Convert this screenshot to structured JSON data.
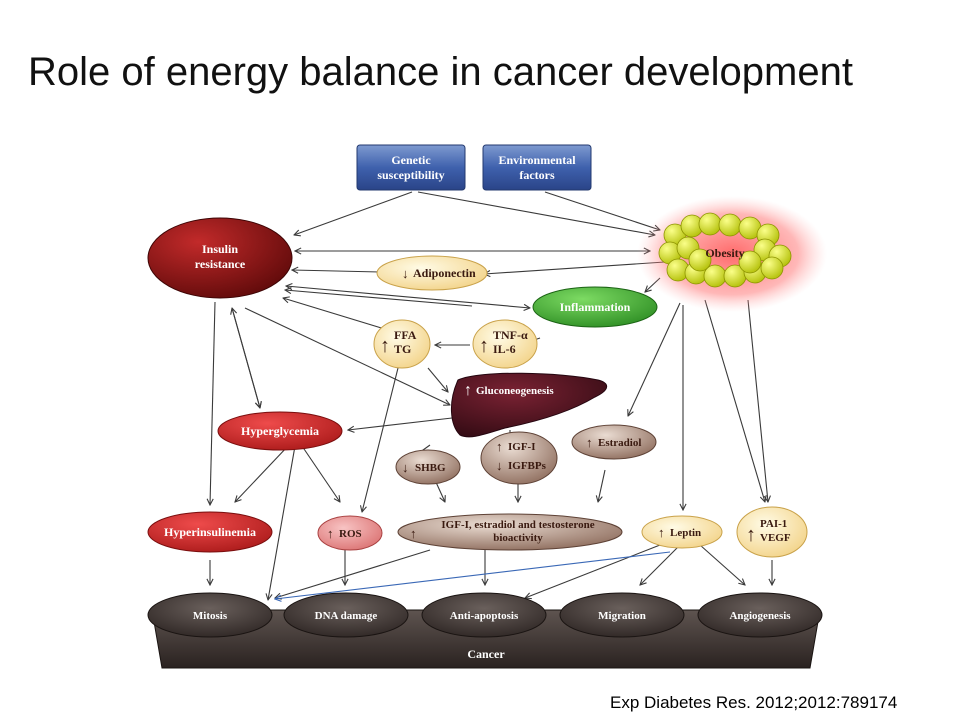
{
  "title": "Role of energy balance in cancer development",
  "citation": "Exp Diabetes Res. 2012;2012:789174",
  "arrow_up": "↑",
  "arrow_down": "↓",
  "nodes": {
    "genetic": [
      "Genetic",
      "susceptibility"
    ],
    "environmental": [
      "Environmental",
      "factors"
    ],
    "insulin_resistance": [
      "Insulin",
      "resistance"
    ],
    "obesity": "Obesity",
    "adiponectin": "Adiponectin",
    "inflammation": "Inflammation",
    "ffa_tg": [
      "FFA",
      "TG"
    ],
    "tnf_il6": [
      "TNF-α",
      "IL-6"
    ],
    "gluconeogenesis": "Gluconeogenesis",
    "hyperglycemia": "Hyperglycemia",
    "shbg": "SHBG",
    "igf": [
      "IGF-I",
      "IGFBPs"
    ],
    "estradiol": "Estradiol",
    "hyperinsulinemia": "Hyperinsulinemia",
    "ros": "ROS",
    "bioactivity": [
      "IGF-I, estradiol and testosterone",
      "bioactivity"
    ],
    "leptin": "Leptin",
    "pai_vegf": [
      "PAI-1",
      "VEGF"
    ]
  },
  "outcomes": [
    "Mitosis",
    "DNA damage",
    "Anti-apoptosis",
    "Migration",
    "Angiogenesis"
  ],
  "cancer": "Cancer"
}
